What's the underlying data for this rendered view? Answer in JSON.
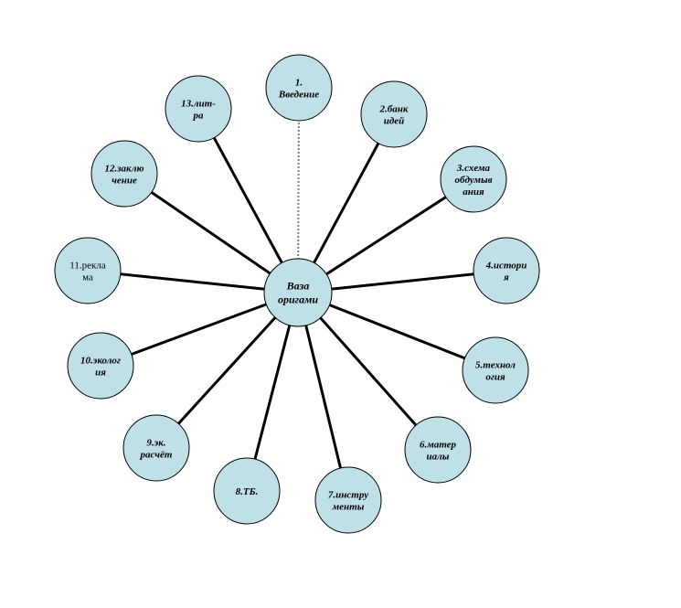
{
  "colors": {
    "background": "#ffffff",
    "node_fill": "#bfe0e6",
    "node_stroke": "#000000",
    "line": "#000000",
    "center_line": "#7f7f7f"
  },
  "center": {
    "lines": [
      "Ваза",
      "оригами"
    ]
  },
  "nodes": [
    {
      "id": "n1",
      "lines": [
        "1.",
        "Введение"
      ],
      "bold": true
    },
    {
      "id": "n2",
      "lines": [
        "2.банк",
        "идей"
      ],
      "bold": true
    },
    {
      "id": "n3",
      "lines": [
        "3.схема",
        "обдумыв",
        "ания"
      ],
      "bold": true
    },
    {
      "id": "n4",
      "lines": [
        "4.истори",
        "я"
      ],
      "bold": true
    },
    {
      "id": "n5",
      "lines": [
        "5.технол",
        "огия"
      ],
      "bold": true
    },
    {
      "id": "n6",
      "lines": [
        "6.матер",
        "иалы"
      ],
      "bold": true
    },
    {
      "id": "n7",
      "lines": [
        "7.инстру",
        "менты"
      ],
      "bold": true
    },
    {
      "id": "n8",
      "lines": [
        "8.ТБ."
      ],
      "bold": true
    },
    {
      "id": "n9",
      "lines": [
        "9.эк.",
        "расчёт"
      ],
      "bold": true
    },
    {
      "id": "n10",
      "lines": [
        "10.эколог",
        "ия"
      ],
      "bold": true
    },
    {
      "id": "n11",
      "lines": [
        "11.рекла",
        "ма"
      ],
      "bold": false
    },
    {
      "id": "n12",
      "lines": [
        "12.заклю",
        "чение"
      ],
      "bold": true
    },
    {
      "id": "n13",
      "lines": [
        "13.лит-",
        "ра"
      ],
      "bold": true
    }
  ]
}
